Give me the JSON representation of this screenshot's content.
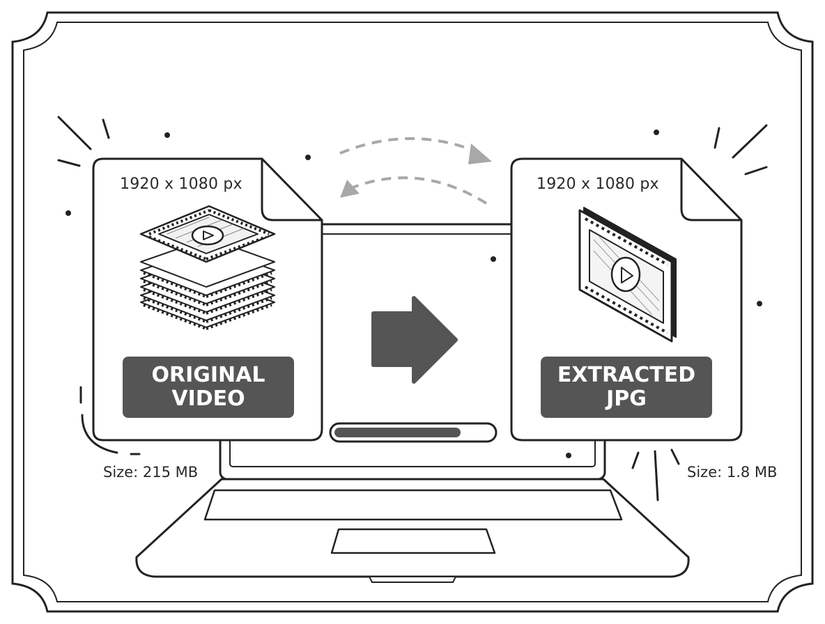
{
  "left_file": {
    "resolution": "1920 x 1080 px",
    "label_line1": "ORIGINAL",
    "label_line2": "VIDEO",
    "size_text": "Size: 215 MB",
    "icon": "film-stack-icon"
  },
  "right_file": {
    "resolution": "1920 x 1080 px",
    "label_line1": "EXTRACTED",
    "label_line2": "JPG",
    "size_text": "Size: 1.8 MB",
    "icon": "film-frame-icon"
  },
  "progress": {
    "fraction": 0.8
  },
  "colors": {
    "ink": "#222222",
    "label_bg": "#555555",
    "arrow": "#555555",
    "dashed_arrows": "#a8a8a8"
  }
}
